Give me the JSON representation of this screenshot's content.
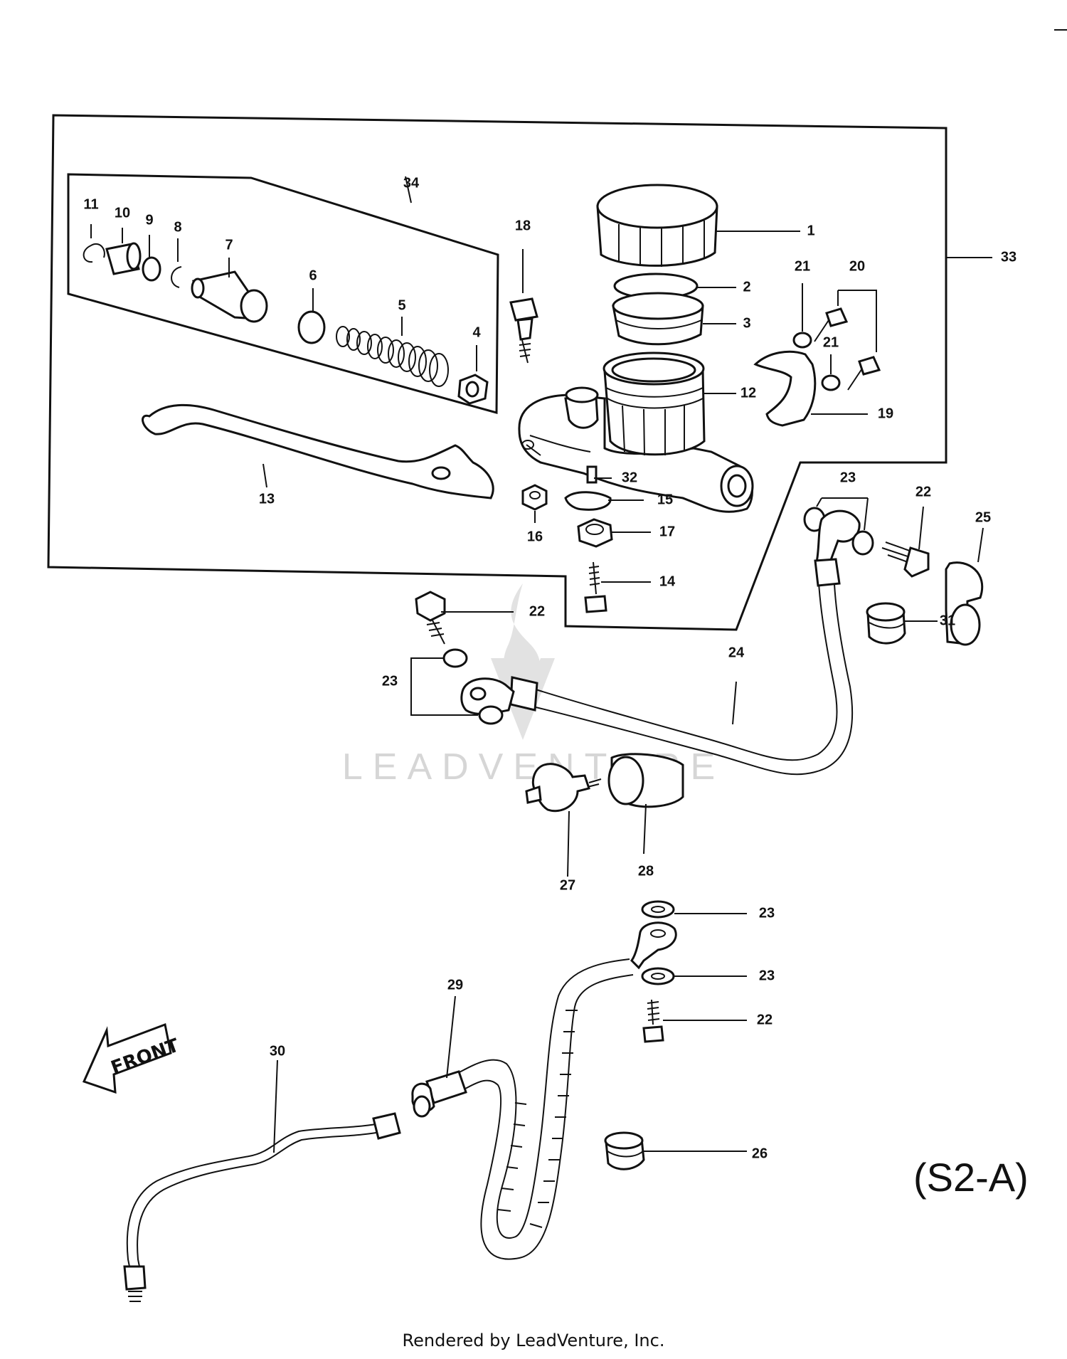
{
  "watermark": "LEADVENTURE",
  "diagram_code": "(S2-A)",
  "credit": "Rendered by LeadVenture, Inc.",
  "front_label": "FRONT",
  "callouts": {
    "c1": "1",
    "c2": "2",
    "c3": "3",
    "c4": "4",
    "c5": "5",
    "c6": "6",
    "c7": "7",
    "c8": "8",
    "c9": "9",
    "c10": "10",
    "c11": "11",
    "c12": "12",
    "c13": "13",
    "c14": "14",
    "c15": "15",
    "c16": "16",
    "c17": "17",
    "c18": "18",
    "c19": "19",
    "c20": "20",
    "c21a": "21",
    "c21b": "21",
    "c22a": "22",
    "c22b": "22",
    "c22c": "22",
    "c23a": "23",
    "c23b": "23",
    "c23c": "23",
    "c23d": "23",
    "c24": "24",
    "c25": "25",
    "c26": "26",
    "c27": "27",
    "c28": "28",
    "c29": "29",
    "c30": "30",
    "c31": "31",
    "c32": "32",
    "c33": "33",
    "c34": "34"
  }
}
